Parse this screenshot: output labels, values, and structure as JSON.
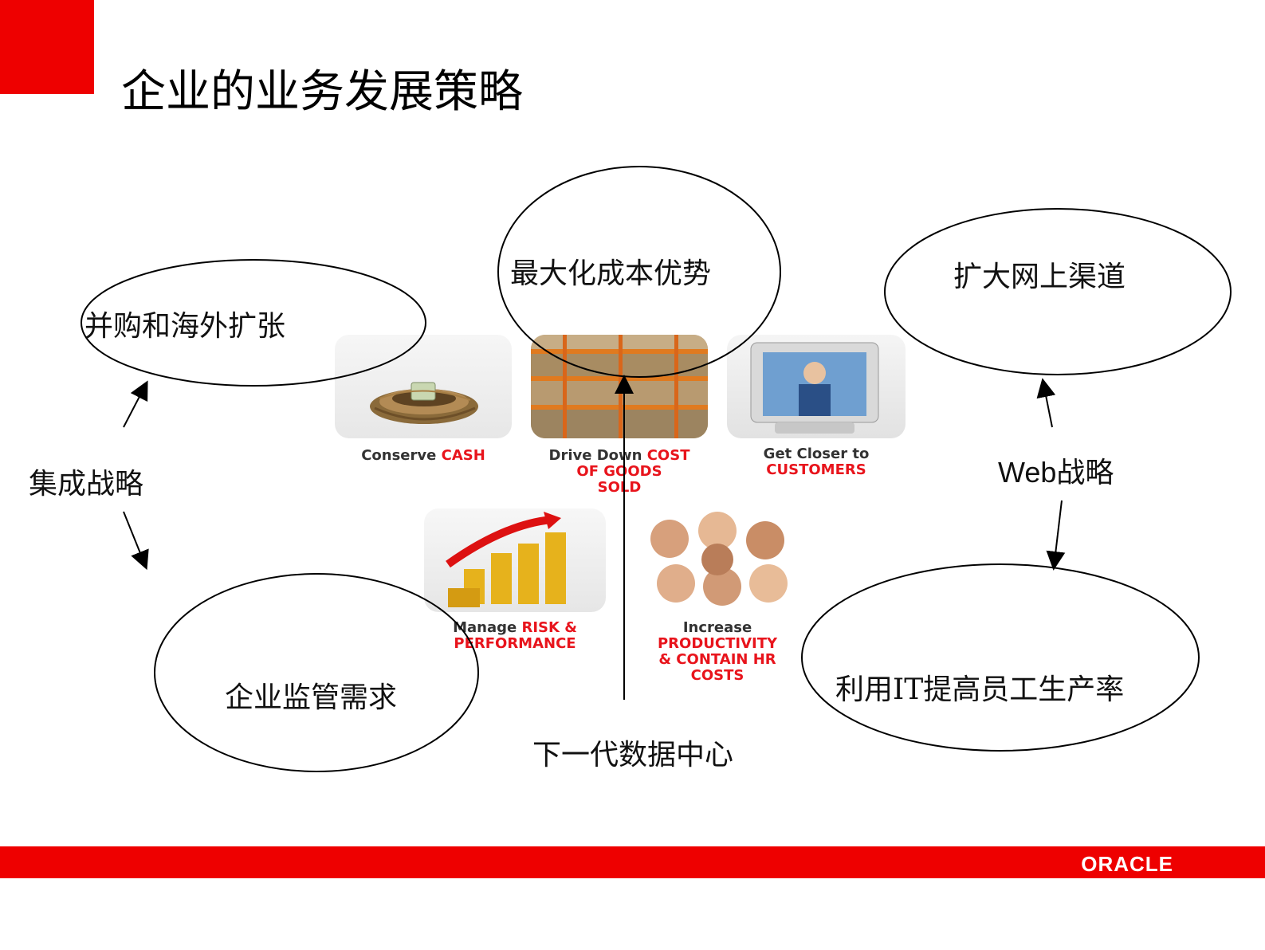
{
  "slide": {
    "title": "企业的业务发展策略"
  },
  "bubbles": {
    "mna": "并购和海外扩张",
    "cost": "最大化成本优势",
    "online": "扩大网上渠道",
    "regulation": "企业监管需求",
    "productivity": "利用IT提高员工生产率"
  },
  "labels": {
    "integration": "集成战略",
    "web": "Web战略",
    "datacenter": "下一代数据中心"
  },
  "tiles": [
    {
      "line1_dark": "Conserve ",
      "line1_red": "CASH",
      "line2": "",
      "line3": ""
    },
    {
      "line1_dark": "Drive Down ",
      "line1_red": "COST",
      "line2": "OF GOODS",
      "line3": "SOLD"
    },
    {
      "line1_dark": "Get Closer to",
      "line1_red": "",
      "line2": "CUSTOMERS",
      "line3": ""
    },
    {
      "line1_dark": "Manage ",
      "line1_red": "RISK &",
      "line2": "PERFORMANCE",
      "line3": ""
    },
    {
      "line1_dark": "Increase",
      "line1_red": "",
      "line2": "PRODUCTIVITY",
      "line3": "& CONTAIN HR",
      "line4": "COSTS"
    }
  ],
  "footer": {
    "logo": "ORACLE"
  },
  "colors": {
    "brand_red": "#ee0000",
    "highlight_red": "#e8141c"
  }
}
